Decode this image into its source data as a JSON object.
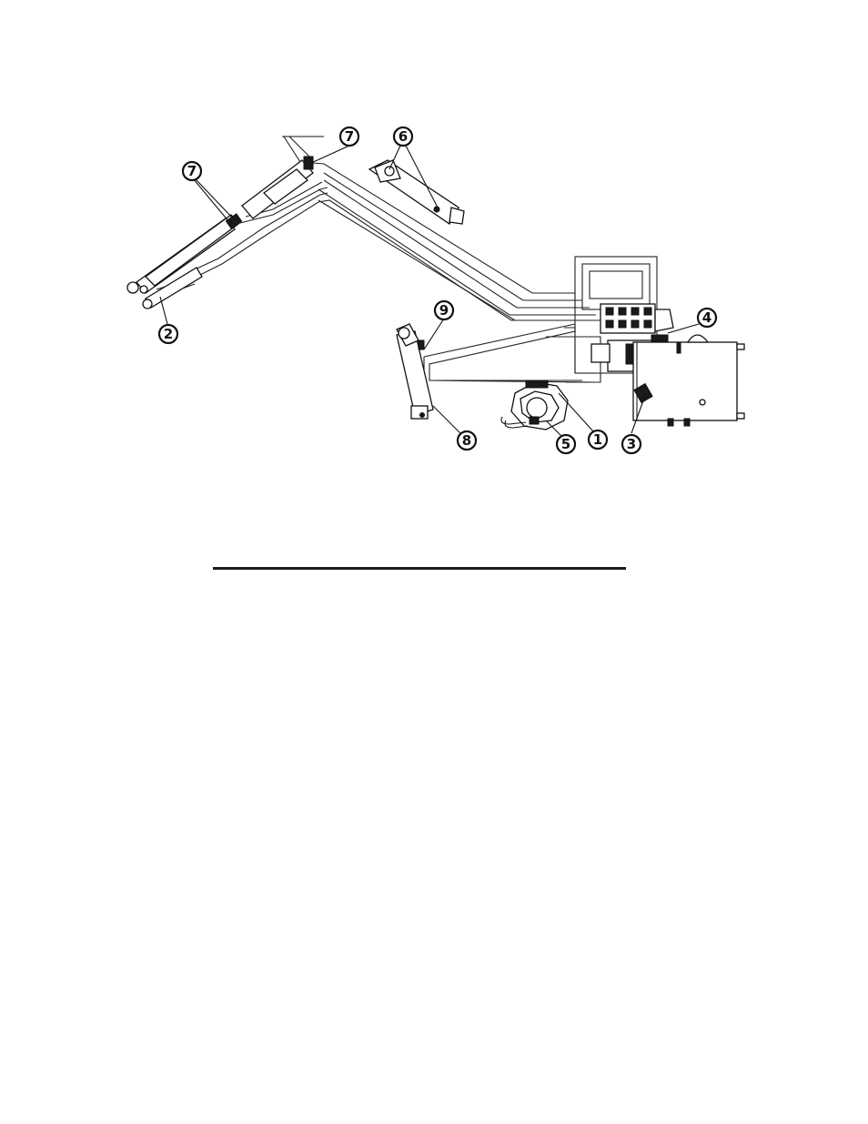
{
  "callouts": [
    {
      "id": "c1",
      "label": "1"
    },
    {
      "id": "c2",
      "label": "2"
    },
    {
      "id": "c3",
      "label": "3"
    },
    {
      "id": "c4",
      "label": "4"
    },
    {
      "id": "c5",
      "label": "5"
    },
    {
      "id": "c6",
      "label": "6"
    },
    {
      "id": "c7a",
      "label": "7"
    },
    {
      "id": "c7b",
      "label": "7"
    },
    {
      "id": "c8",
      "label": "8"
    },
    {
      "id": "c9",
      "label": "9"
    }
  ],
  "colors": {
    "line": "#111111",
    "background": "#ffffff"
  }
}
